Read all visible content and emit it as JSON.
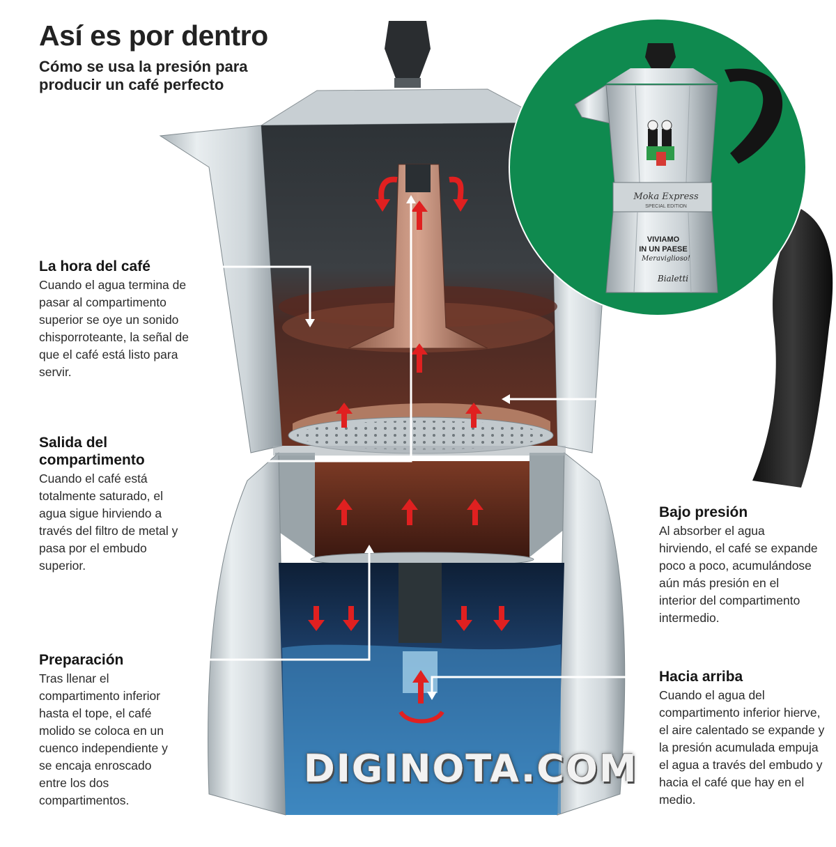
{
  "title": "Así es por dentro",
  "subtitle": "Cómo se usa la presión para producir un café perfecto",
  "labels": {
    "hora": {
      "heading": "La hora del café",
      "body": "Cuando el agua termina de pasar al compartimento superior se oye un sonido chisporroteante, la señal de que el café está listo para servir."
    },
    "salida": {
      "heading": "Salida del compartimento",
      "body": "Cuando el café está totalmente saturado, el agua sigue hirviendo a través del filtro de metal y pasa por el embudo superior."
    },
    "preparacion": {
      "heading": "Preparación",
      "body": "Tras llenar el compartimento inferior hasta el tope, el café molido se coloca en un cuenco independiente y se encaja enroscado entre los dos compartimentos."
    },
    "bajo": {
      "heading": "Bajo presión",
      "body": "Al absorber el agua hirviendo, el café se expande poco a poco, acumulándose aún más presión en el interior del compartimento intermedio."
    },
    "arriba": {
      "heading": "Hacia arriba",
      "body": "Cuando el agua del compartimento inferior hierve, el aire calentado se expande y la presión acumulada empuja el agua a través del embudo y hacia el café que hay en el medio."
    }
  },
  "inset": {
    "product_line1": "Moka Express",
    "product_line2": "SPECIAL EDITION",
    "slogan_line1": "VIVIAMO",
    "slogan_line2": "IN UN PAESE",
    "slogan_line3": "Meraviglioso!",
    "brand": "Bialetti"
  },
  "watermark": "DIGINOTA.COM",
  "colors": {
    "inset_background": "#0f8a4f",
    "arrow": "#e02020",
    "water": "#2e6fa8",
    "coffee": "#6a2b1c",
    "body_metal": "#d7dde0"
  }
}
